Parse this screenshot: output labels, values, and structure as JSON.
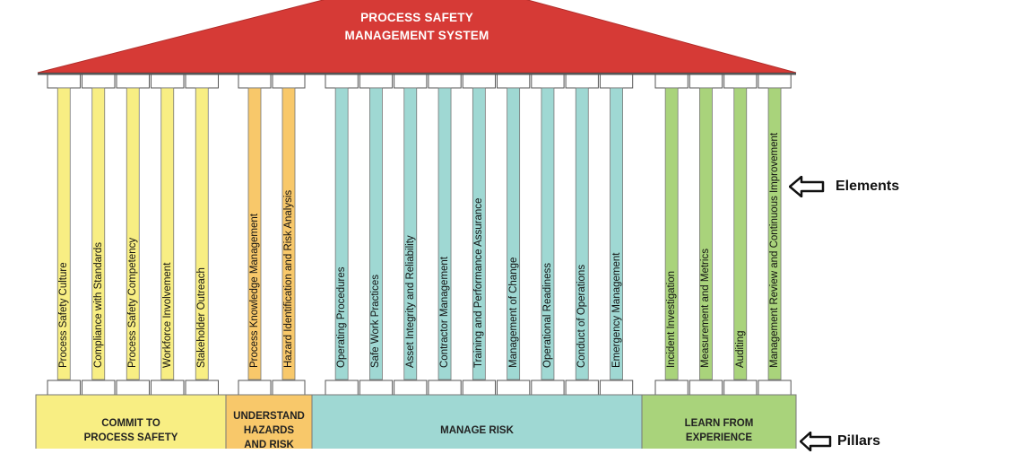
{
  "roof": {
    "title_line1": "PROCESS SAFETY",
    "title_line2": "MANAGEMENT SYSTEM",
    "color": "#d63a36"
  },
  "groups": [
    {
      "label": "COMMIT TO\nPROCESS SAFETY",
      "color": "#f8ee83",
      "elements": [
        "Process Safety Culture",
        "Compliance with Standards",
        "Process Safety Competency",
        "Workforce Involvement",
        "Stakeholder Outreach"
      ]
    },
    {
      "label": "UNDERSTAND\nHAZARDS\nAND RISK",
      "color": "#f8c86a",
      "elements": [
        "Process Knowledge Management",
        "Hazard Identification and Risk Analysis"
      ]
    },
    {
      "label": "MANAGE RISK",
      "color": "#9fd8d3",
      "elements": [
        "Operating Procedures",
        "Safe Work Practices",
        "Asset Integrity and Reliability",
        "Contractor Management",
        "Training and Performance Assurance",
        "Management of Change",
        "Operational Readiness",
        "Conduct of Operations",
        "Emergency Management"
      ]
    },
    {
      "label": "LEARN FROM\nEXPERIENCE",
      "color": "#a9d37b",
      "elements": [
        "Incident Investigation",
        "Measurement and Metrics",
        "Auditing",
        "Management Review and Continuous Improvement"
      ]
    }
  ],
  "callouts": {
    "elements": "Elements",
    "pillars": "Pillars"
  }
}
